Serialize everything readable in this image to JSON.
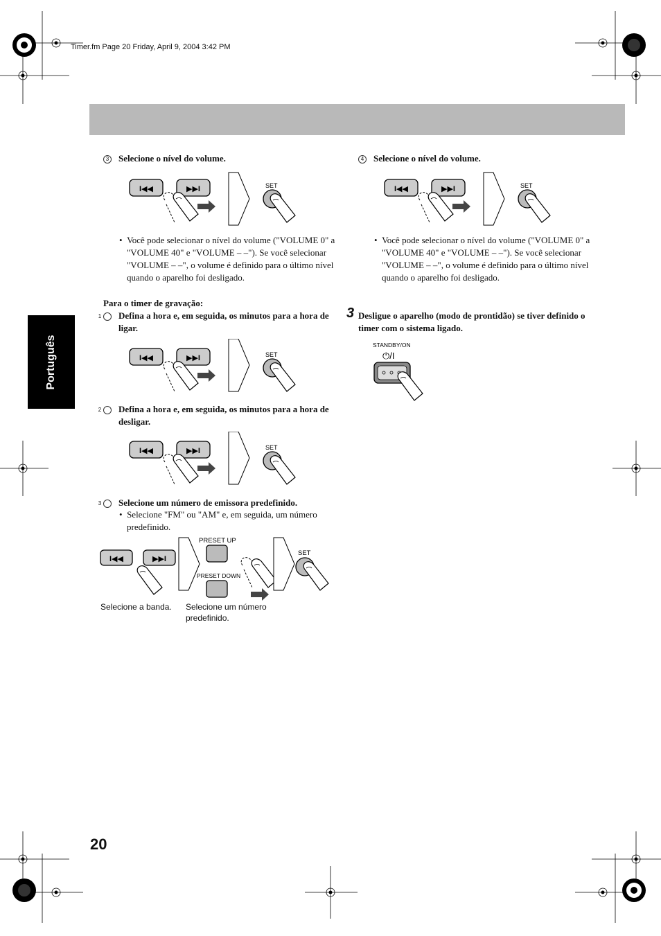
{
  "header": {
    "file_info": "Timer.fm  Page 20  Friday, April 9, 2004  3:42 PM"
  },
  "side_tab": {
    "label": "Português"
  },
  "page_number": "20",
  "left": {
    "step3": {
      "num": "3",
      "text": "Selecione o nível do volume."
    },
    "bullet1": "Você pode selecionar o nível do volume (\"VOLUME 0\" a \"VOLUME 40\" e \"VOLUME – –\"). Se você selecionar \"VOLUME – –\", o volume é definido para o último nível quando o aparelho foi desligado.",
    "rec_heading": "Para o timer de gravação:",
    "rec1": {
      "num": "1",
      "text": "Defina a hora e, em seguida, os minutos para a hora de ligar."
    },
    "rec2": {
      "num": "2",
      "text": "Defina a hora e, em seguida, os minutos para a hora de desligar."
    },
    "rec3": {
      "num": "3",
      "text": "Selecione um número de emissora predefinido."
    },
    "rec3_bullet": "Selecione \"FM\" ou \"AM\" e, em seguida, um número predefinido.",
    "caption_band": "Selecione a banda.",
    "caption_preset": "Selecione um número predefinido."
  },
  "right": {
    "step4": {
      "num": "4",
      "text": "Selecione o nível do volume."
    },
    "bullet1": "Você pode selecionar o nível do volume (\"VOLUME 0\" a \"VOLUME 40\" e \"VOLUME – –\"). Se você selecionar \"VOLUME – –\", o volume é definido para o último nível quando o aparelho foi desligado.",
    "step_big": {
      "num": "3",
      "text": "Desligue o aparelho (modo de prontidão) se tiver definido o timer com o sistema ligado."
    }
  },
  "buttons": {
    "set": "SET",
    "prev_glyph": "I◀◀",
    "next_glyph": "▶▶I",
    "preset_up": "PRESET UP",
    "preset_down": "PRESET DOWN",
    "standby_on": "STANDBY/ON",
    "standby_glyph": "⏻/I"
  }
}
